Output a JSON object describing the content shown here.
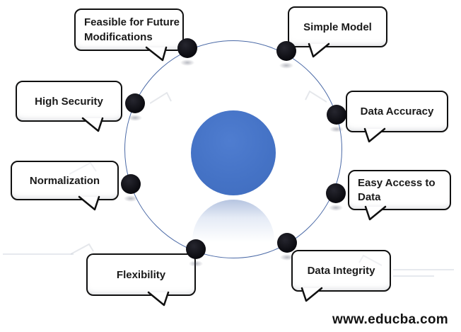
{
  "diagram": {
    "type": "radial-callout-diagram",
    "watermark": "www.educba.com",
    "callouts": [
      {
        "id": "feasible-for-future-modifications",
        "label": "Feasible for Future\nModifications"
      },
      {
        "id": "simple-model",
        "label": "Simple Model"
      },
      {
        "id": "high-security",
        "label": "High Security"
      },
      {
        "id": "data-accuracy",
        "label": "Data Accuracy"
      },
      {
        "id": "normalization",
        "label": "Normalization"
      },
      {
        "id": "easy-access-to-data",
        "label": "Easy Access to\nData"
      },
      {
        "id": "flexibility",
        "label": "Flexibility"
      },
      {
        "id": "data-integrity",
        "label": "Data Integrity"
      }
    ],
    "colors": {
      "center_circle": "#4573C6",
      "ring_stroke": "#4A69A6",
      "node_dot": "#0B0B10",
      "callout_border": "#101010",
      "callout_fill": "#FFFFFF",
      "text": "#1A1A1A"
    }
  }
}
